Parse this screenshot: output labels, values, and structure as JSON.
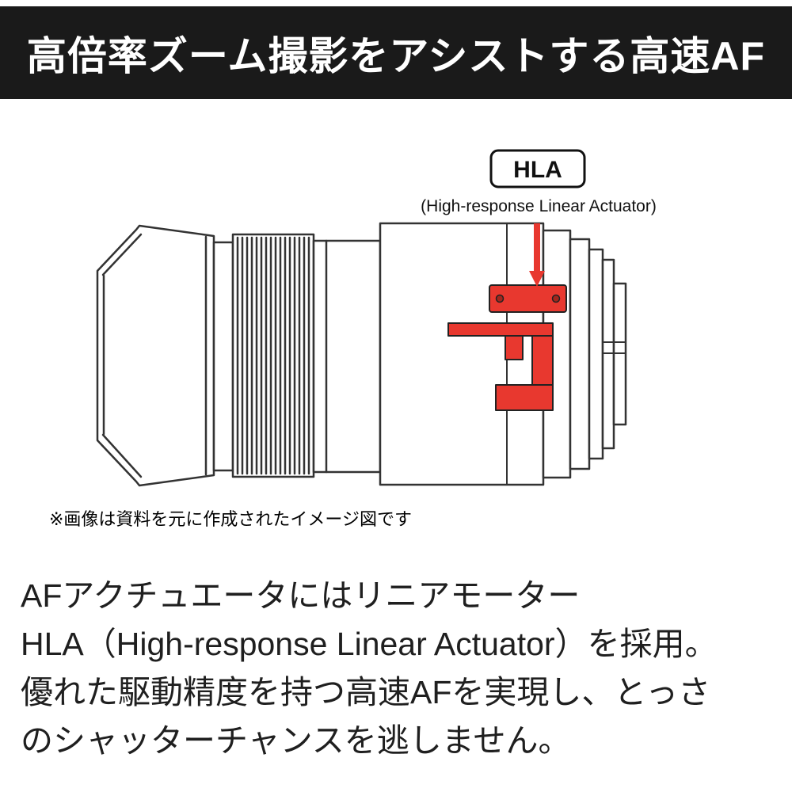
{
  "header": {
    "title": "高倍率ズーム撮影をアシストする高速AF",
    "bg_color": "#1a1a1a",
    "text_color": "#ffffff"
  },
  "diagram": {
    "label": "HLA",
    "sublabel": "(High-response Linear Actuator)",
    "note": "※画像は資料を元に作成されたイメージ図です",
    "colors": {
      "accent": "#e8382f",
      "accent_dark": "#a3261d",
      "line": "#333333"
    }
  },
  "body": {
    "lines": [
      "AFアクチュエータにはリニアモーター",
      "HLA（High-response Linear Actuator）を採用。",
      "優れた駆動精度を持つ高速AFを実現し、とっさ",
      "のシャッターチャンスを逃しません。"
    ]
  }
}
